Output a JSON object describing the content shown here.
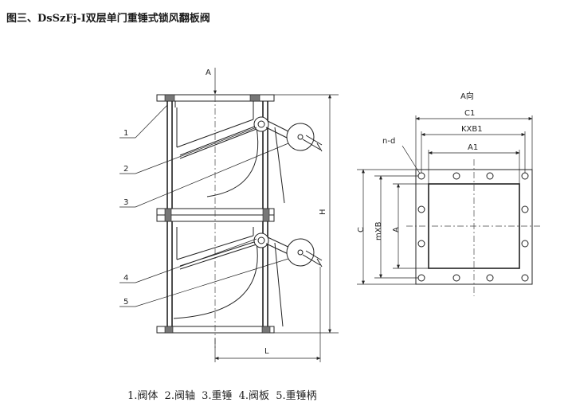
{
  "title": "图三、DsSzFj-Ⅰ双层单门重锤式锁风翻板阀",
  "labels": {
    "view_arrow": "A",
    "view_title": "A向",
    "height": "H",
    "length": "L",
    "c1": "C1",
    "kxb1": "KXB1",
    "a1": "A1",
    "nd": "n-d",
    "c": "C",
    "mxb": "mXB",
    "a": "A"
  },
  "callouts": [
    "1",
    "2",
    "3",
    "4",
    "5"
  ],
  "legend": [
    "1.阀体",
    "2.阀轴",
    "3.重锤",
    "4.阀板",
    "5.重锤柄"
  ]
}
